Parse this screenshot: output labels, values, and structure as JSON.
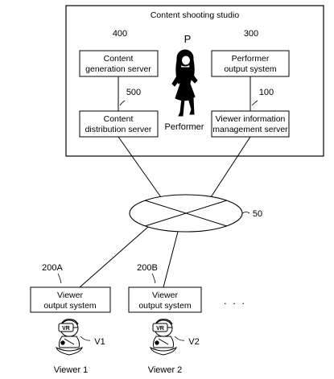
{
  "studio": {
    "title": "Content shooting studio"
  },
  "boxes": {
    "content_generation": {
      "ref": "400",
      "line1": "Content",
      "line2": "generation server"
    },
    "content_distribution": {
      "ref": "500",
      "line1": "Content",
      "line2": "distribution server"
    },
    "performer_output": {
      "ref": "300",
      "line1": "Performer",
      "line2": "output system"
    },
    "viewer_info": {
      "ref": "100",
      "line1": "Viewer information",
      "line2": "management server"
    },
    "viewer_output_a": {
      "ref": "200A",
      "line1": "Viewer",
      "line2": "output system"
    },
    "viewer_output_b": {
      "ref": "200B",
      "line1": "Viewer",
      "line2": "output system"
    }
  },
  "performer": {
    "ref": "P",
    "caption": "Performer"
  },
  "network": {
    "ref": "50"
  },
  "viewers": {
    "v1": {
      "ref": "V1",
      "caption": "Viewer 1",
      "headset": "VR"
    },
    "v2": {
      "ref": "V2",
      "caption": "Viewer 2",
      "headset": "VR"
    }
  },
  "ellipsis": ". . ."
}
